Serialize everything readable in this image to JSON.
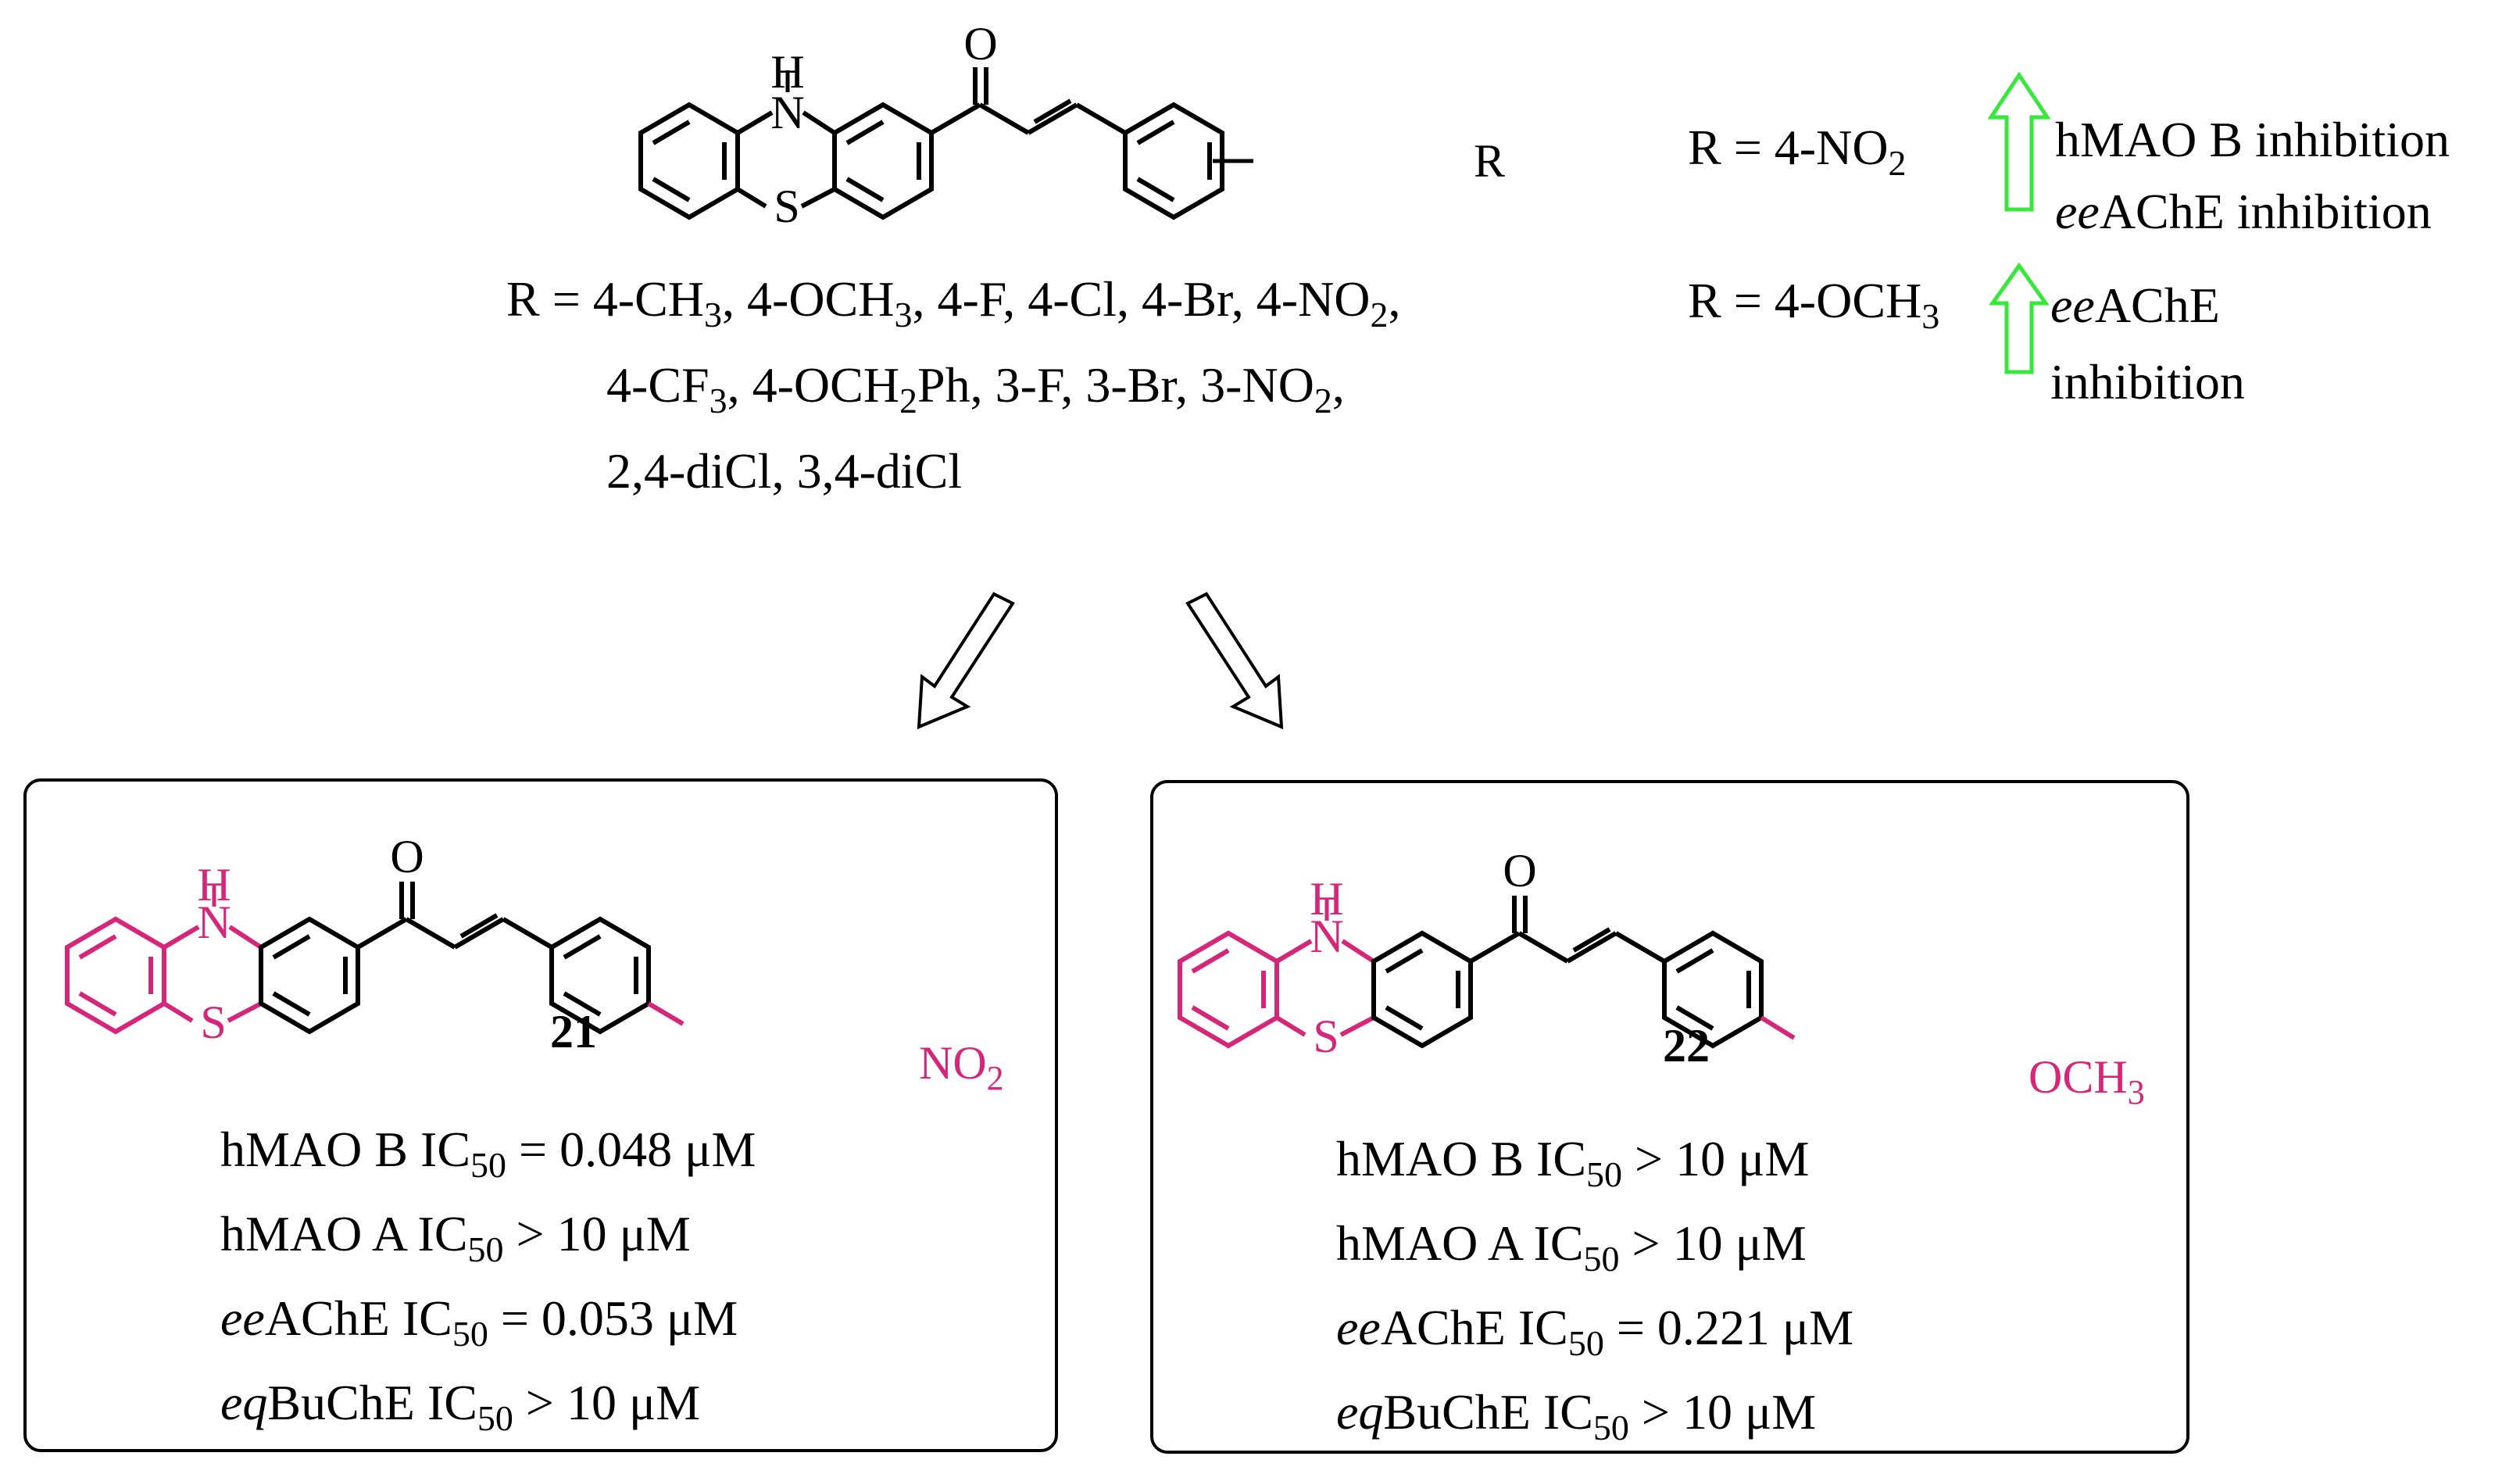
{
  "colors": {
    "highlight": "#d6267a",
    "arrow_up": "#35e83a",
    "ink": "#000000"
  },
  "top_molecule": {
    "atom_N": "N",
    "atom_H": "H",
    "atom_S": "S",
    "atom_O": "O",
    "atom_R": "R"
  },
  "substituents": {
    "line1": {
      "a": "R = 4-CH",
      "b": "3",
      "c": ", 4-OCH",
      "d": "3",
      "e": ", 4-F, 4-Cl, 4-Br, 4-NO",
      "f": "2",
      "g": ","
    },
    "line2": {
      "a": "4-CF",
      "b": "3",
      "c": ", 4-OCH",
      "d": "2",
      "e": "Ph, 3-F, 3-Br, 3-NO",
      "f": "2",
      "g": ","
    },
    "line3": "2,4-diCl, 3,4-diCl"
  },
  "sar": {
    "nitro": {
      "label_main": "R = 4-NO",
      "label_sub": "2",
      "effect1": "hMAO B inhibition",
      "effect2_italic": "ee",
      "effect2_rest": "AChE inhibition"
    },
    "methoxy": {
      "label_main": "R =  4-OCH",
      "label_sub": "3",
      "effect1_italic": "ee",
      "effect1_rest": "AChE",
      "effect2": "inhibition"
    }
  },
  "compound21": {
    "number": "21",
    "substituent_main": "NO",
    "substituent_sub": "2",
    "results": [
      {
        "prefix_italic": "",
        "prefix": "hMAO B IC",
        "sub": "50",
        "rel": " = ",
        "value": "0.048 μM"
      },
      {
        "prefix_italic": "",
        "prefix": "hMAO A IC",
        "sub": "50",
        "rel": " > ",
        "value": "10 μM"
      },
      {
        "prefix_italic": "ee",
        "prefix": "AChE IC",
        "sub": "50",
        "rel": " = ",
        "value": "0.053 μM"
      },
      {
        "prefix_italic": "eq",
        "prefix": "BuChE IC",
        "sub": "50",
        "rel": " > ",
        "value": "10 μM"
      }
    ]
  },
  "compound22": {
    "number": "22",
    "substituent_main": "OCH",
    "substituent_sub": "3",
    "results": [
      {
        "prefix_italic": "",
        "prefix": "hMAO B IC",
        "sub": "50",
        "rel": " > ",
        "value": "10 μM"
      },
      {
        "prefix_italic": "",
        "prefix": "hMAO A IC",
        "sub": "50",
        "rel": " > ",
        "value": "10 μM"
      },
      {
        "prefix_italic": "ee",
        "prefix": "AChE IC",
        "sub": "50",
        "rel": " = ",
        "value": "0.221 μM"
      },
      {
        "prefix_italic": "eq",
        "prefix": "BuChE IC",
        "sub": "50",
        "rel": " > ",
        "value": "10 μM"
      }
    ]
  }
}
